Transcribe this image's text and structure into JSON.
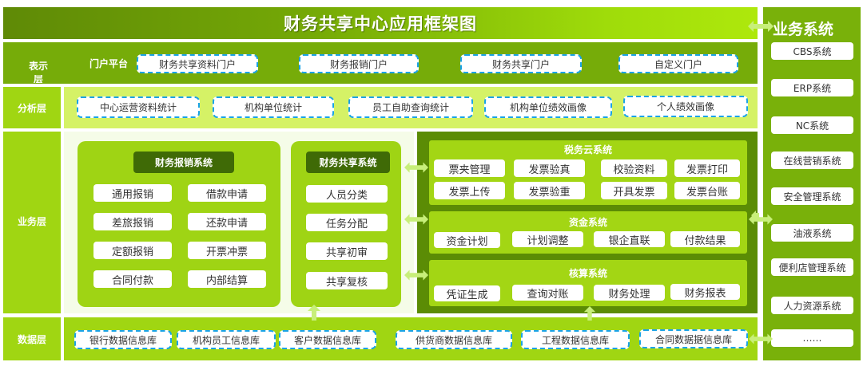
{
  "title": "财务共享中心应用框架图",
  "layers": {
    "presentation": {
      "label": "表示层",
      "label_line1": "表示",
      "label_line2": "层",
      "portal_platform_label": "门户平台",
      "portals": [
        "财务共享资料门户",
        "财务报销门户",
        "财务共享门户",
        "自定义门户"
      ]
    },
    "analysis": {
      "label": "分析层",
      "items": [
        "中心运营资料统计",
        "机构单位统计",
        "员工自助查询统计",
        "机构单位绩效画像",
        "个人绩效画像"
      ]
    },
    "business": {
      "label": "业务层",
      "expense_system": {
        "title": "财务报销系统",
        "items": [
          "通用报销",
          "借款申请",
          "差旅报销",
          "还款申请",
          "定额报销",
          "开票冲票",
          "合同付款",
          "内部结算"
        ]
      },
      "shared_system": {
        "title": "财务共享系统",
        "items": [
          "人员分类",
          "任务分配",
          "共享初审",
          "共享复核"
        ]
      },
      "tax_cloud_system": {
        "title": "税务云系统",
        "items": [
          "票夹管理",
          "发票验真",
          "校验资料",
          "发票打印",
          "发票上传",
          "发票验重",
          "开具发票",
          "发票台账"
        ]
      },
      "fund_system": {
        "title": "资金系统",
        "items": [
          "资金计划",
          "计划调整",
          "银企直联",
          "付款结果"
        ]
      },
      "accounting_system": {
        "title": "核算系统",
        "items": [
          "凭证生成",
          "查询对账",
          "财务处理",
          "财务报表"
        ]
      }
    },
    "data": {
      "label": "数据层",
      "items": [
        "银行数据信息库",
        "机构员工信息库",
        "客户数据信息库",
        "供货商数据信息库",
        "工程数据信息库",
        "合同数据据信息库"
      ]
    }
  },
  "business_systems": {
    "title": "业务系统",
    "items": [
      "CBS系统",
      "ERP系统",
      "NC系统",
      "在线营销系统",
      "安全管理系统",
      "油液系统",
      "便利店管理系统",
      "人力资源系统",
      "……"
    ]
  },
  "colors": {
    "title_gradient_start": "#5f8a06",
    "title_gradient_end": "#aee80c",
    "layer_dark_green": "#76ac09",
    "layer_light_green": "#a0d612",
    "analysis_bg": "#d5f266",
    "dark_header": "#3f6a06",
    "dashed_border": "#1aa3e6",
    "arrow": "#c8ef7a"
  }
}
